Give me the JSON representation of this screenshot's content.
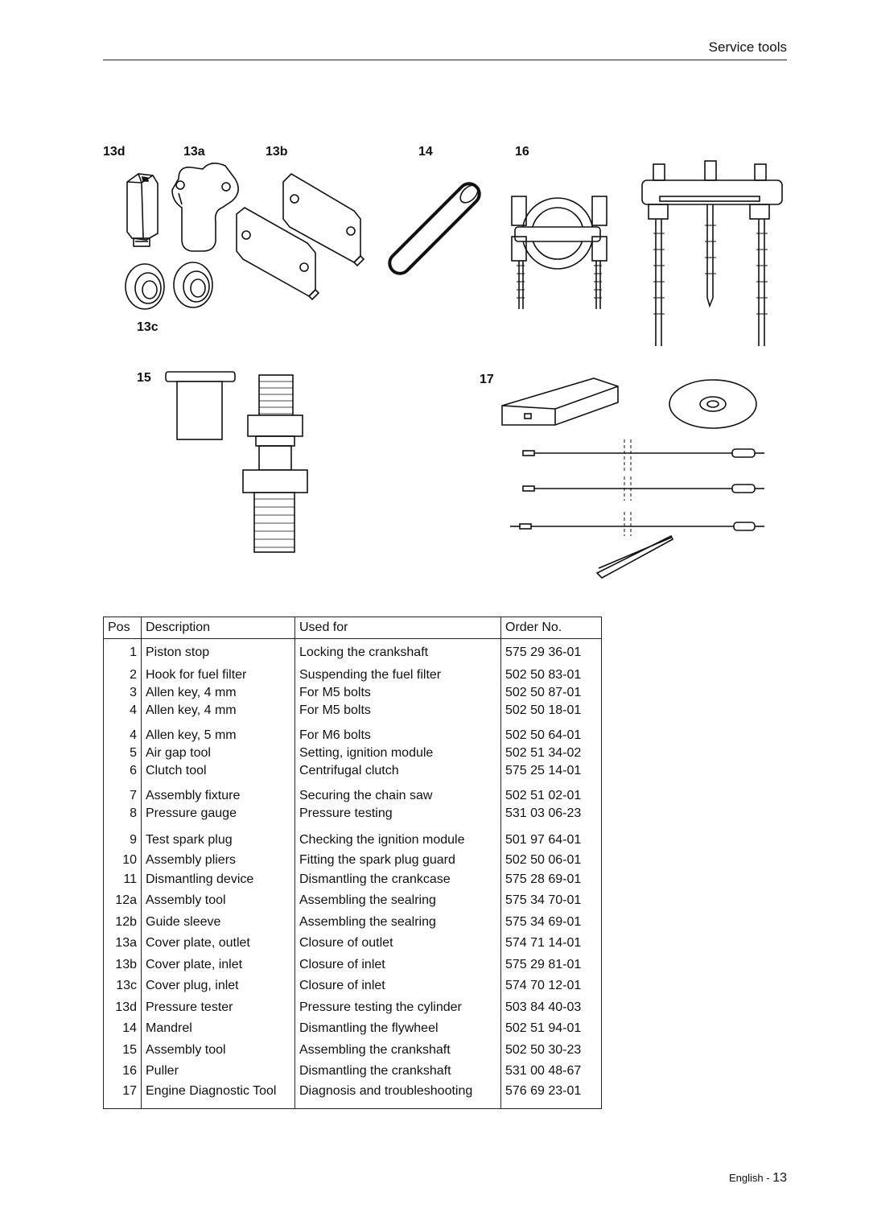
{
  "header": {
    "section": "Service tools"
  },
  "figure_labels": {
    "l13d": "13d",
    "l13a": "13a",
    "l13b": "13b",
    "l14": "14",
    "l16": "16",
    "l13c": "13c",
    "l15": "15",
    "l17": "17"
  },
  "table": {
    "headers": {
      "pos": "Pos",
      "description": "Description",
      "used_for": "Used for",
      "order_no": "Order No."
    },
    "rows": [
      {
        "pos": "1",
        "description": "Piston stop",
        "used_for": "Locking the crankshaft",
        "order_no": "575 29 36-01"
      },
      {
        "pos": "2",
        "description": "Hook for fuel filter",
        "used_for": "Suspending the fuel filter",
        "order_no": "502 50 83-01"
      },
      {
        "pos": "3",
        "description": "Allen key, 4 mm",
        "used_for": "For M5 bolts",
        "order_no": "502 50 87-01"
      },
      {
        "pos": "4",
        "description": "Allen key, 4 mm",
        "used_for": "For M5 bolts",
        "order_no": "502 50 18-01"
      },
      {
        "pos": "4",
        "description": "Allen key, 5 mm",
        "used_for": "For M6 bolts",
        "order_no": "502 50 64-01"
      },
      {
        "pos": "5",
        "description": "Air gap tool",
        "used_for": "Setting, ignition module",
        "order_no": "502 51 34-02"
      },
      {
        "pos": "6",
        "description": "Clutch tool",
        "used_for": "Centrifugal clutch",
        "order_no": "575 25 14-01"
      },
      {
        "pos": "7",
        "description": "Assembly fixture",
        "used_for": "Securing the chain saw",
        "order_no": "502 51 02-01"
      },
      {
        "pos": "8",
        "description": "Pressure gauge",
        "used_for": "Pressure testing",
        "order_no": "531 03 06-23"
      },
      {
        "pos": "9",
        "description": "Test spark plug",
        "used_for": "Checking the ignition module",
        "order_no": "501 97 64-01"
      },
      {
        "pos": "10",
        "description": "Assembly pliers",
        "used_for": "Fitting the spark plug guard",
        "order_no": "502 50 06-01"
      },
      {
        "pos": "11",
        "description": "Dismantling device",
        "used_for": "Dismantling the crankcase",
        "order_no": "575 28 69-01"
      },
      {
        "pos": "12a",
        "description": "Assembly tool",
        "used_for": "Assembling the sealring",
        "order_no": "575 34 70-01"
      },
      {
        "pos": "12b",
        "description": "Guide sleeve",
        "used_for": "Assembling the sealring",
        "order_no": "575 34 69-01"
      },
      {
        "pos": "13a",
        "description": "Cover plate, outlet",
        "used_for": "Closure of outlet",
        "order_no": "574 71 14-01"
      },
      {
        "pos": "13b",
        "description": "Cover plate, inlet",
        "used_for": "Closure of inlet",
        "order_no": "575 29 81-01"
      },
      {
        "pos": "13c",
        "description": "Cover plug, inlet",
        "used_for": "Closure of inlet",
        "order_no": "574 70 12-01"
      },
      {
        "pos": "13d",
        "description": "Pressure tester",
        "used_for": "Pressure testing the cylinder",
        "order_no": "503 84 40-03"
      },
      {
        "pos": "14",
        "description": "Mandrel",
        "used_for": "Dismantling the flywheel",
        "order_no": "502 51 94-01"
      },
      {
        "pos": "15",
        "description": "Assembly tool",
        "used_for": "Assembling the crankshaft",
        "order_no": "502 50 30-23"
      },
      {
        "pos": "16",
        "description": "Puller",
        "used_for": "Dismantling the crankshaft",
        "order_no": "531 00 48-67"
      },
      {
        "pos": "17",
        "description": "Engine Diagnostic Tool",
        "used_for": "Diagnosis and troubleshooting",
        "order_no": "576 69 23-01"
      }
    ]
  },
  "footer": {
    "language": "English -",
    "page": "13"
  }
}
